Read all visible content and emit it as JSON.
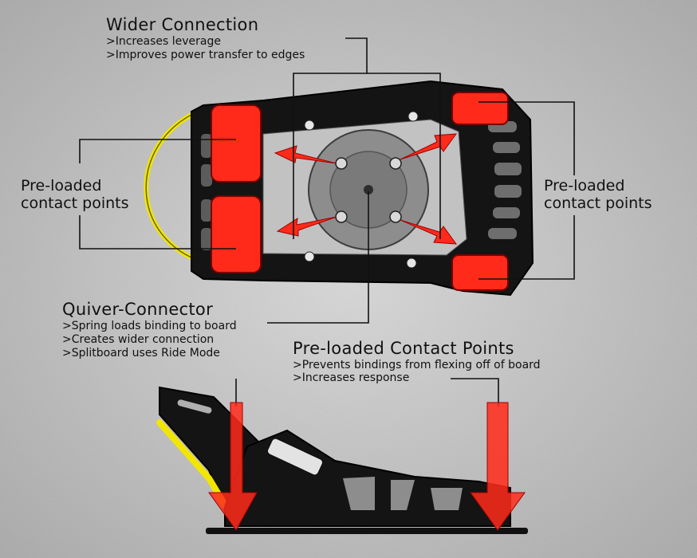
{
  "wider_connection": {
    "title": "Wider Connection",
    "points": [
      ">Increases leverage",
      ">Improves power transfer to edges"
    ]
  },
  "left_contact": {
    "line1": "Pre-loaded",
    "line2": "contact points"
  },
  "right_contact": {
    "line1": "Pre-loaded",
    "line2": "contact points"
  },
  "quiver_connector": {
    "title": "Quiver-Connector",
    "points": [
      ">Spring loads binding to board",
      ">Creates wider connection",
      ">Splitboard uses Ride Mode"
    ]
  },
  "preloaded_contact_points": {
    "title": "Pre-loaded Contact Points",
    "points": [
      ">Prevents bindings from flexing off of board",
      ">Increases response"
    ]
  },
  "colors": {
    "background": "#c9c9c9",
    "binding_black": "#141414",
    "accent_red": "#ff2a1a",
    "highback_yellow": "#f2e600",
    "baseplate_gray": "#8d8d8d"
  }
}
